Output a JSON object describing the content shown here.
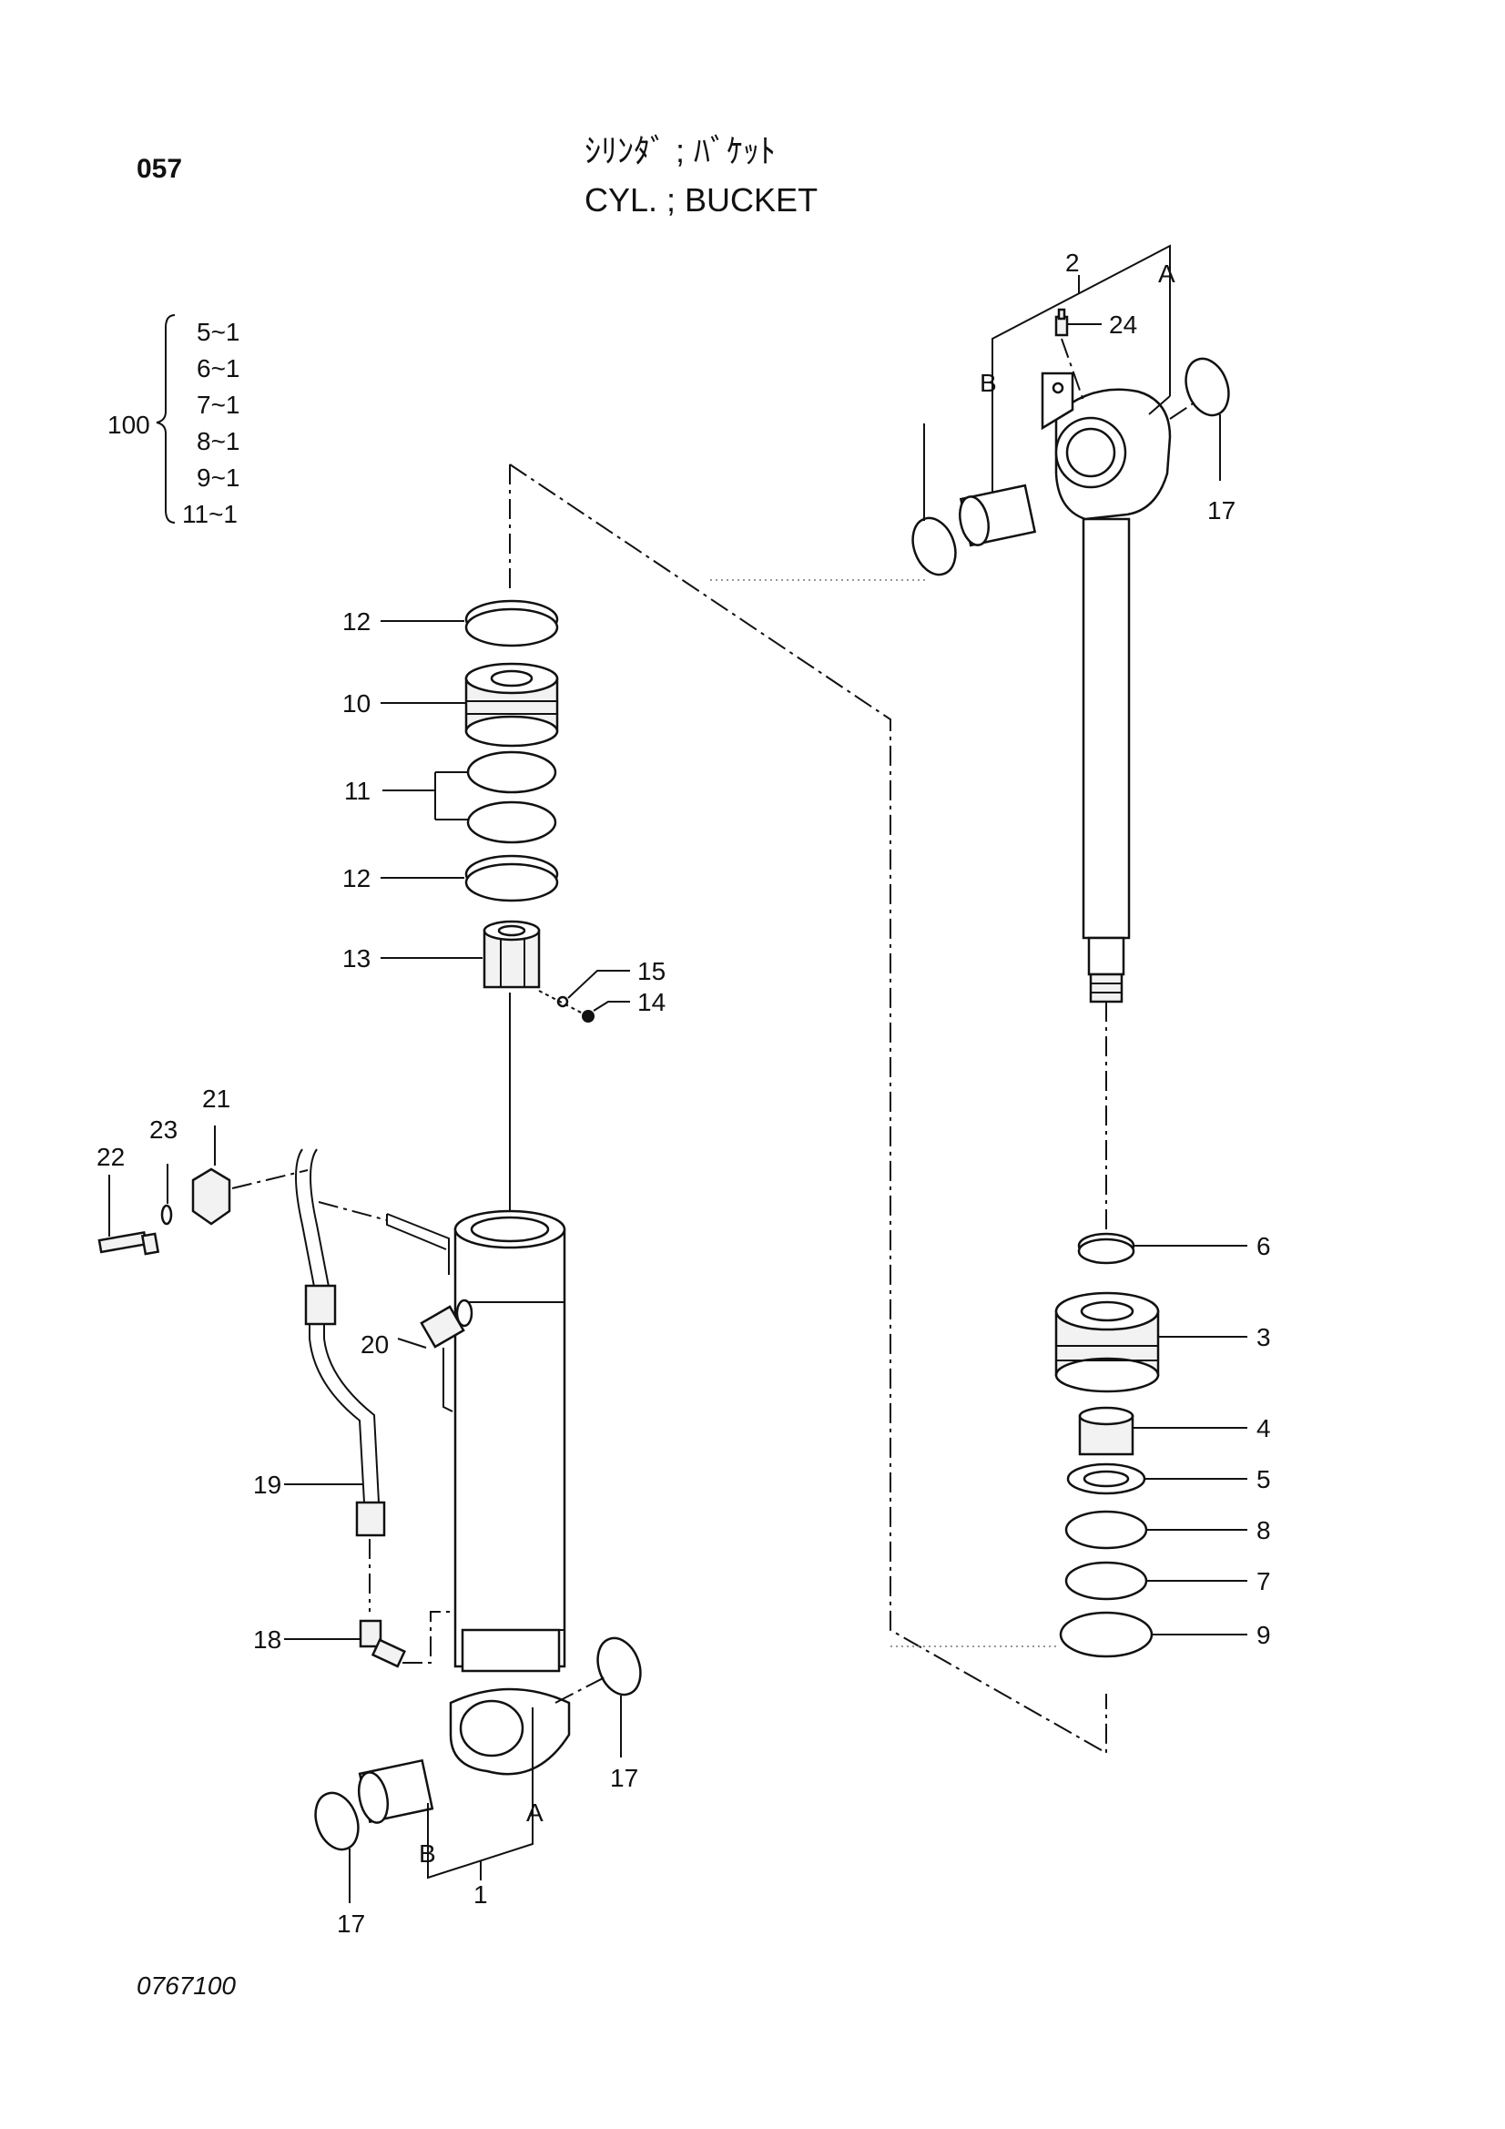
{
  "header": {
    "page_number": "057",
    "title_jp": "ｼﾘﾝﾀﾞ ; ﾊﾞｹｯﾄ",
    "title_en": "CYL. ; BUCKET",
    "drawing_number": "0767100"
  },
  "kit": {
    "number": "100",
    "items": [
      "5~1",
      "6~1",
      "7~1",
      "8~1",
      "9~1",
      "11~1"
    ]
  },
  "callouts": {
    "p1": "1",
    "p2": "2",
    "p3": "3",
    "p4": "4",
    "p5": "5",
    "p6": "6",
    "p7": "7",
    "p8": "8",
    "p9": "9",
    "p10": "10",
    "p11": "11",
    "p12a": "12",
    "p12b": "12",
    "p13": "13",
    "p14": "14",
    "p15": "15",
    "p17a": "17",
    "p17b": "17",
    "p17c": "17",
    "p18": "18",
    "p19": "19",
    "p20": "20",
    "p21": "21",
    "p22": "22",
    "p23": "23",
    "p24": "24",
    "A_rod": "A",
    "B_rod": "B",
    "A_tube": "A",
    "B_tube": "B"
  }
}
